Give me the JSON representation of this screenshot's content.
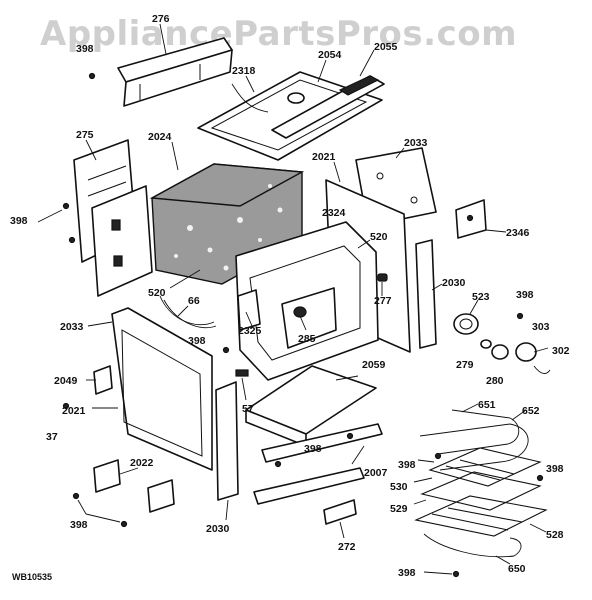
{
  "watermark": "AppliancePartsPros.com",
  "diagram_code": "WB10535",
  "callouts": [
    "276",
    "398",
    "2318",
    "2054",
    "2055",
    "275",
    "2024",
    "2021",
    "2033",
    "398",
    "2324",
    "2346",
    "520",
    "520",
    "66",
    "277",
    "2030",
    "523",
    "398",
    "303",
    "302",
    "2033",
    "2325",
    "285",
    "279",
    "280",
    "398",
    "2049",
    "2059",
    "57",
    "651",
    "652",
    "37",
    "2021",
    "398",
    "2007",
    "398",
    "398",
    "530",
    "2022",
    "529",
    "528",
    "398",
    "2030",
    "272",
    "650",
    "398"
  ]
}
